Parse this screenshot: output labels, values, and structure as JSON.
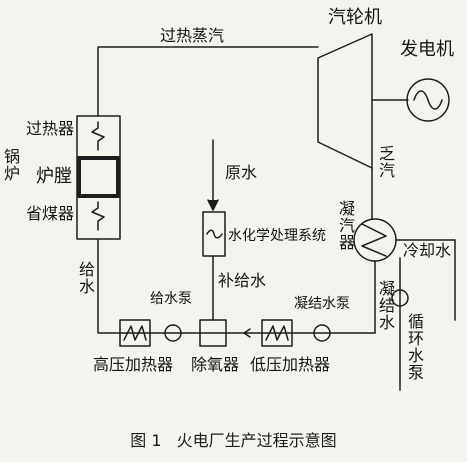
{
  "labels": {
    "superheated_steam": "过热蒸汽",
    "turbine": "汽轮机",
    "generator": "发电机",
    "superheater": "过热器",
    "boiler": "锅炉",
    "furnace": "炉膛",
    "economizer": "省煤器",
    "raw_water": "原水",
    "water_treatment": "水化学处理系统",
    "makeup_water": "补给水",
    "exhaust_steam": "乏汽",
    "condenser": "凝汽器",
    "cooling_water": "冷却水",
    "feed_water": "给水",
    "feed_pump": "给水泵",
    "condensate_pump": "凝结水泵",
    "condensate_water": "凝结水",
    "circulating_pump": "循环水泵",
    "hp_heater": "高压加热器",
    "deaerator": "除氧器",
    "lp_heater": "低压加热器"
  },
  "caption": {
    "figure_number": "图 1",
    "title": "火电厂生产过程示意图"
  },
  "colors": {
    "line": "#1d1d1d",
    "background": "#f4f3ee"
  }
}
